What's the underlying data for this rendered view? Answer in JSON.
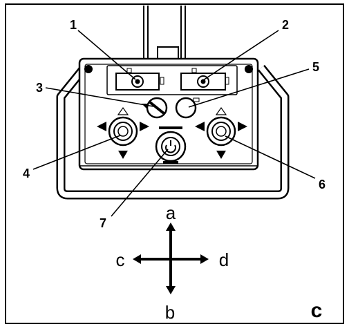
{
  "callouts": {
    "c1": "1",
    "c2": "2",
    "c3": "3",
    "c4": "4",
    "c5": "5",
    "c6": "6",
    "c7": "7"
  },
  "directions": {
    "up": "a",
    "down": "b",
    "left": "c",
    "right": "d"
  },
  "panel_label": "c",
  "colors": {
    "ink": "#000000",
    "background": "#ffffff"
  }
}
